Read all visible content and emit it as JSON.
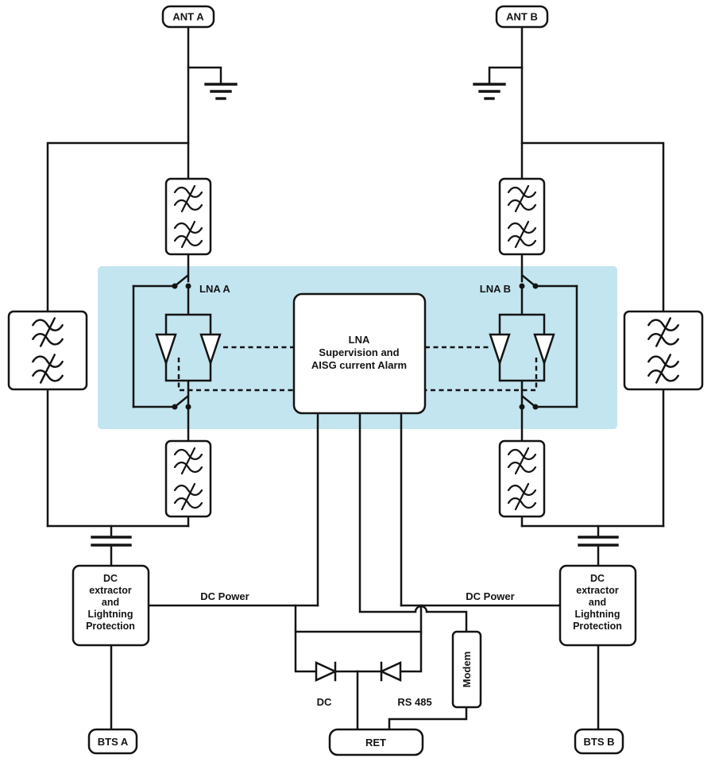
{
  "colors": {
    "line": "#141414",
    "highlight": "#c3e5f0",
    "box_fill": "#ffffff"
  },
  "labels": {
    "ant_a": "ANT A",
    "ant_b": "ANT B",
    "lna_a": "LNA A",
    "lna_b": "LNA B",
    "supervision_line1": "LNA",
    "supervision_line2": "Supervision and",
    "supervision_line3": "AISG current Alarm",
    "dc_power_a": "DC Power",
    "dc_power_b": "DC Power",
    "dc_extractor_a": [
      "DC",
      "extractor",
      "and",
      "Lightning",
      "Protection"
    ],
    "dc_extractor_b": [
      "DC",
      "extractor",
      "and",
      "Lightning",
      "Protection"
    ],
    "modem": "Modem",
    "dc": "DC",
    "rs485": "RS 485",
    "ret": "RET",
    "bts_a": "BTS A",
    "bts_b": "BTS B"
  }
}
